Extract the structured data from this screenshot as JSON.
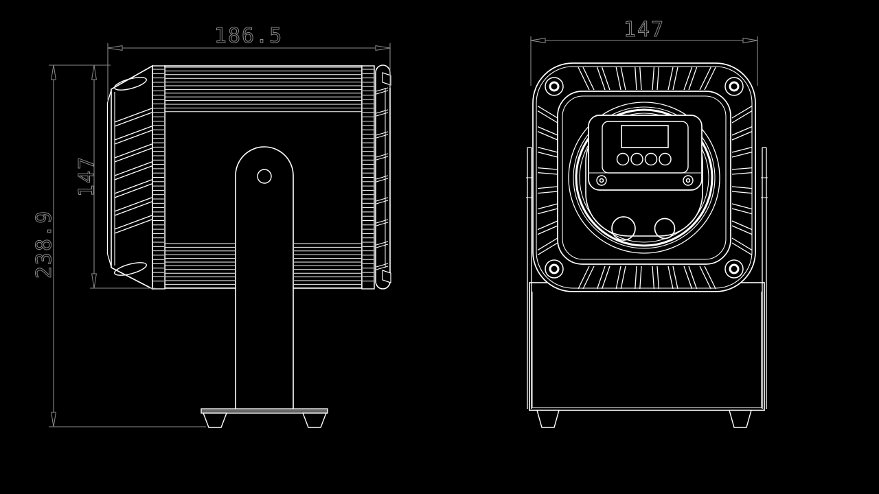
{
  "drawing": {
    "colors": {
      "background": "#000000",
      "geometry_line": "#ffffff",
      "dimension_line": "#8c8c8c"
    }
  },
  "views": {
    "side_view": {
      "dimensions": {
        "width": {
          "label": "186.5"
        },
        "body_height": {
          "label": "147"
        },
        "total_height": {
          "label": "238.9"
        }
      }
    },
    "front_view": {
      "dimensions": {
        "width": {
          "label": "147"
        }
      }
    }
  }
}
